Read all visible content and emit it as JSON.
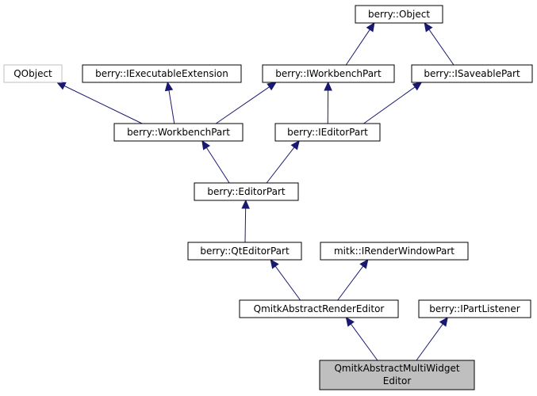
{
  "diagram": {
    "nodes": {
      "object": {
        "label": "berry::Object"
      },
      "qobject": {
        "label": "QObject"
      },
      "iexecext": {
        "label": "berry::IExecutableExtension"
      },
      "iworkbenchpart": {
        "label": "berry::IWorkbenchPart"
      },
      "isaveablepart": {
        "label": "berry::ISaveablePart"
      },
      "workbenchpart": {
        "label": "berry::WorkbenchPart"
      },
      "ieditorpart": {
        "label": "berry::IEditorPart"
      },
      "editorpart": {
        "label": "berry::EditorPart"
      },
      "qteditorpart": {
        "label": "berry::QtEditorPart"
      },
      "irenderwindowpart": {
        "label": "mitk::IRenderWindowPart"
      },
      "qmitkabstractrendereditor": {
        "label": "QmitkAbstractRenderEditor"
      },
      "ipartlistener": {
        "label": "berry::IPartListener"
      },
      "qmitkabstractmultiwidgeteditor": {
        "label_line1": "QmitkAbstractMultiWidget",
        "label_line2": "Editor"
      }
    },
    "edges": [
      {
        "from": "qmitkabstractmultiwidgeteditor",
        "to": "qmitkabstractrendereditor"
      },
      {
        "from": "qmitkabstractmultiwidgeteditor",
        "to": "ipartlistener"
      },
      {
        "from": "qmitkabstractrendereditor",
        "to": "qteditorpart"
      },
      {
        "from": "qmitkabstractrendereditor",
        "to": "irenderwindowpart"
      },
      {
        "from": "qteditorpart",
        "to": "editorpart"
      },
      {
        "from": "editorpart",
        "to": "workbenchpart"
      },
      {
        "from": "editorpart",
        "to": "ieditorpart"
      },
      {
        "from": "workbenchpart",
        "to": "qobject"
      },
      {
        "from": "workbenchpart",
        "to": "iexecext"
      },
      {
        "from": "workbenchpart",
        "to": "iworkbenchpart"
      },
      {
        "from": "ieditorpart",
        "to": "iworkbenchpart"
      },
      {
        "from": "ieditorpart",
        "to": "isaveablepart"
      },
      {
        "from": "iworkbenchpart",
        "to": "object"
      },
      {
        "from": "isaveablepart",
        "to": "object"
      }
    ],
    "colors": {
      "edge": "#191970",
      "border": "#000000",
      "external_border": "#bfbfbf",
      "current_fill": "#bfbfbf"
    }
  }
}
